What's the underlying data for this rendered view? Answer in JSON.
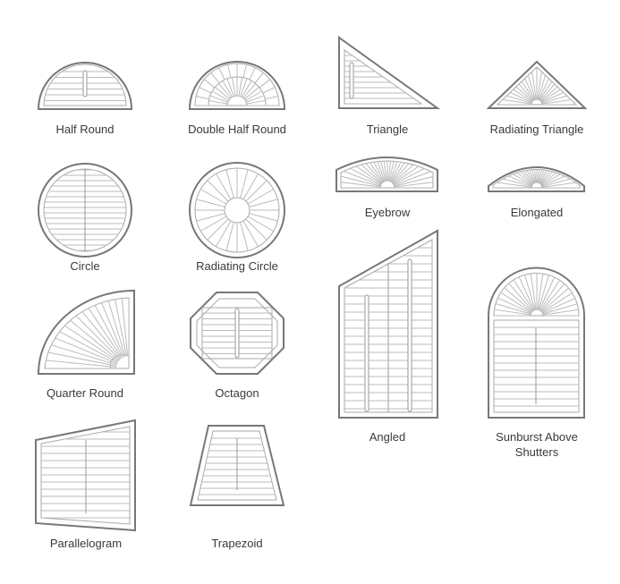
{
  "shapes": [
    {
      "id": "half-round",
      "label": "Half Round"
    },
    {
      "id": "double-half-round",
      "label": "Double Half Round"
    },
    {
      "id": "triangle",
      "label": "Triangle"
    },
    {
      "id": "radiating-triangle",
      "label": "Radiating Triangle"
    },
    {
      "id": "circle",
      "label": "Circle"
    },
    {
      "id": "radiating-circle",
      "label": "Radiating Circle"
    },
    {
      "id": "eyebrow",
      "label": "Eyebrow"
    },
    {
      "id": "elongated",
      "label": "Elongated"
    },
    {
      "id": "quarter-round",
      "label": "Quarter Round"
    },
    {
      "id": "octagon",
      "label": "Octagon"
    },
    {
      "id": "angled",
      "label": "Angled"
    },
    {
      "id": "sunburst-above-shutters",
      "label": "Sunburst Above Shutters"
    },
    {
      "id": "parallelogram",
      "label": "Parallelogram"
    },
    {
      "id": "trapezoid",
      "label": "Trapezoid"
    }
  ],
  "colors": {
    "outline": "#777777",
    "detail": "#bbbbbb",
    "text": "#3a3a3a"
  }
}
